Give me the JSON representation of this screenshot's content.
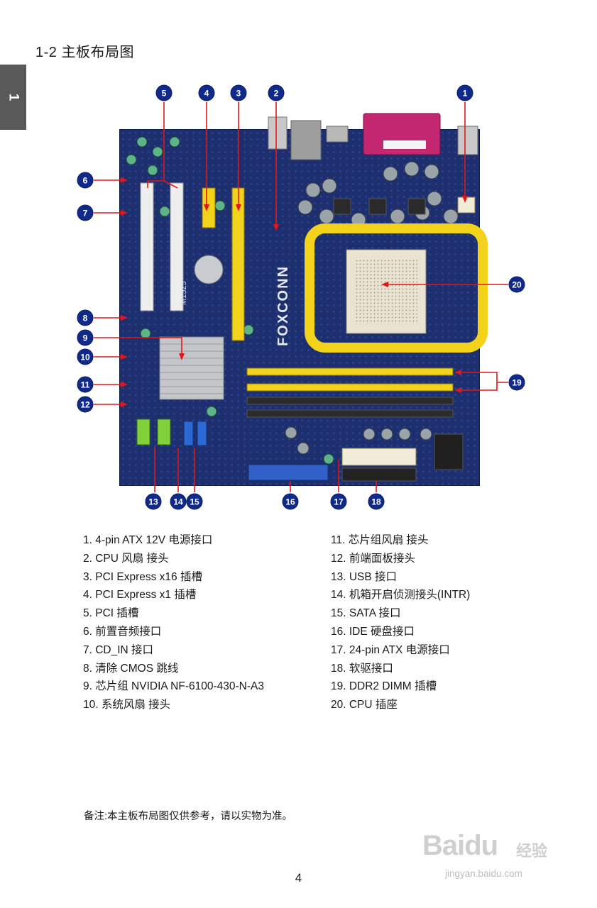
{
  "side_tab": {
    "label": "1"
  },
  "section_title": "1-2 主板布局图",
  "board": {
    "brand_print": "FOXCONN",
    "chip_print": "M1525"
  },
  "callouts": [
    "1",
    "2",
    "3",
    "4",
    "5",
    "6",
    "7",
    "8",
    "9",
    "10",
    "11",
    "12",
    "13",
    "14",
    "15",
    "16",
    "17",
    "18",
    "19",
    "20"
  ],
  "components_left": [
    "1. 4-pin ATX 12V 电源接口",
    "2. CPU 风扇 接头",
    "3. PCI Express x16 插槽",
    "4. PCI Express x1 插槽",
    "5. PCI 插槽",
    "6. 前置音频接口",
    "7. CD_IN 接口",
    "8. 清除 CMOS 跳线",
    "9. 芯片组 NVIDIA NF-6100-430-N-A3",
    "10. 系统风扇 接头"
  ],
  "components_right": [
    "11. 芯片组风扇 接头",
    "12. 前端面板接头",
    "13. USB 接口",
    "14. 机箱开启侦测接头(INTR)",
    "15. SATA 接口",
    "16. IDE 硬盘接口",
    "17. 24-pin ATX 电源接口",
    "18. 软驱接口",
    "19. DDR2 DIMM 插槽",
    "20. CPU 插座"
  ],
  "note": "备注:本主板布局图仅供参考，请以实物为准。",
  "page_number": "4",
  "watermark": {
    "logo": "Baidu",
    "sub": "经验",
    "url": "jingyan.baidu.com"
  },
  "colors": {
    "board": "#1d2f6e",
    "callout": "#0f2a8a",
    "leader": "#e01818",
    "slot_yellow": "#f2d21a",
    "pci_white": "#eeeeee"
  }
}
